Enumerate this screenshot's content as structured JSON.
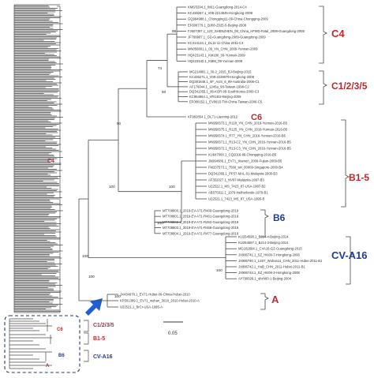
{
  "colors": {
    "branch": "#4a4a4a",
    "red": "#c0282d",
    "blue": "#1f3c9c",
    "navy": "#23356e",
    "arrow": "#1f5fd6"
  },
  "clades": {
    "c4": "C4",
    "c1235": "C1/2/3/5",
    "c6": "C6",
    "b15": "B1-5",
    "b6": "B6",
    "cva16": "CV-A16",
    "a": "A"
  },
  "overview": {
    "c4": "C4",
    "c6": "C6",
    "c1235": "C1/2/3/5",
    "b15": "B1-5",
    "b6": "B6",
    "cva16": "CV-A16",
    "a": "A"
  },
  "bootstrap": {
    "b99": "99",
    "b74": "74",
    "b93": "93",
    "b50": "50",
    "b100_c": "100",
    "b100_b": "100",
    "b100_b6": "100",
    "b100_main": "100",
    "b100_cva": "100",
    "b100_a": "100",
    "b100_a2": "100"
  },
  "scale": {
    "label": "0.05"
  },
  "leaves": {
    "c4": [
      "KM6/3294.1_IM11-Guangdong-2014-C4",
      "KC436267.1_V08-2214645-Hongkong-2008",
      "GQ994988.1_Chongqing11-09-China-Chongqing-2009",
      "EF608779.1_BJ08-Z025-5-Beijing-2008",
      "FJ607357.1_123_SHENZHEN_08_China_HFMD-Fatal_2008-Guangdong-2008",
      "JF799987.1_GD-Guangdong-2009-Guangdong-2009",
      "KC414134.1_DL11-11-China-2011-C4",
      "MN056801.1_09_YN_CHN_2009-Yunnan-2009",
      "HQ423143.1_KM186_09-Yunnan-2009",
      "HQ423142.1_KMM_09-Yunnan-2009"
    ],
    "c1235": [
      "MG214881.1_30-2_2015_BJ-Beijing-2015",
      "KC436271.1_V08-2239079-Hongkong-2008",
      "DQ381846.1_6F_AUS_6_99-Australia-2006-C1",
      "AF176044.1_1245a_98-Taiwan-1998-C2",
      "DQ341355.1_06-KOR-00-SouthKorea-2000-C3",
      "KC954864.1_VR1402-Beijing-2009",
      "EF080152.1_EV0615-TW-China-Taiwan-2006-C5"
    ],
    "c6": [
      "KF982854.1_DL71-Liaoning-2012"
    ],
    "b15": [
      "MN956573.1_R118_YN_CHN_2016-Yunnan-2016-B5",
      "MN956575.1_R125_YN_CHN_2016-Yunnan-2016-B5",
      "MN956574.1_R77_YN_CHN_2016-Yunnan-2016-B5",
      "MN956571.1_R13-C2_YN_CHN_2016-Yunnan-2016-B5",
      "MN956572.1_R13-C3_YN_CHN_2016-Yunnan-2016-B5",
      "KU647000.1_CQ2016-86-Chongqing-2016-B5",
      "JN964686.1_EV71_Xiamen_2009-Fujian-2009-B5",
      "FM207573.1_7566_sin_00009-Singapore-2000-B4",
      "DQ341365.1_PP37-MAL-01-Malaysia-2000-B3",
      "AF352027.1_NV97-Malaysia-1997-B3",
      "U22522.1_MS_7423_87-USA-1987-B2",
      "AB575911.1_1979-Netherlands-1979-B1",
      "U22521.1_7423_MS_87_USA-1995-B"
    ],
    "b6": [
      "MT708800.1_2019-EV-A71-R460-Guangdong-2019",
      "MT708801.1_2019-EV-A71-R461-Guangdong-2019",
      "MT708802.1_2019-EV-A71-R462-Guangdong-2019",
      "MT708803.1_2019-EV-A71-R466-Guangdong-2019",
      "MT708804.1_2019-EV-A71-R477-Guangdong-2019"
    ],
    "cva16": [
      "KU254598.1_BJ14-4-Beijing-2014",
      "KU254597.1_BJ14-3-Beijing-2014",
      "MG182694.1_CVA16-GZ-Guangdong-2015",
      "JX986741.1_SZ_HK08-7-Hongkong-2008",
      "JX986740.1_1S07_Wuhan11_CHN_2011-Hubei-2011-B1",
      "JX986742.1_HuB_CHN_2011-Hubei-2011-B1",
      "JX986744.1_SZ_HK08-3-Hongkong-2008",
      "AY790926.1_shzh00-1-Beijing-2004"
    ],
    "a": [
      "JX434678.1_EV71-Hubei-09-China-Hubei-2010",
      "KP501389.1_EV71_wuhan_3018_2010-Hubei-2010-A",
      "U22521.1_BrCr-USA-1995-A"
    ]
  }
}
